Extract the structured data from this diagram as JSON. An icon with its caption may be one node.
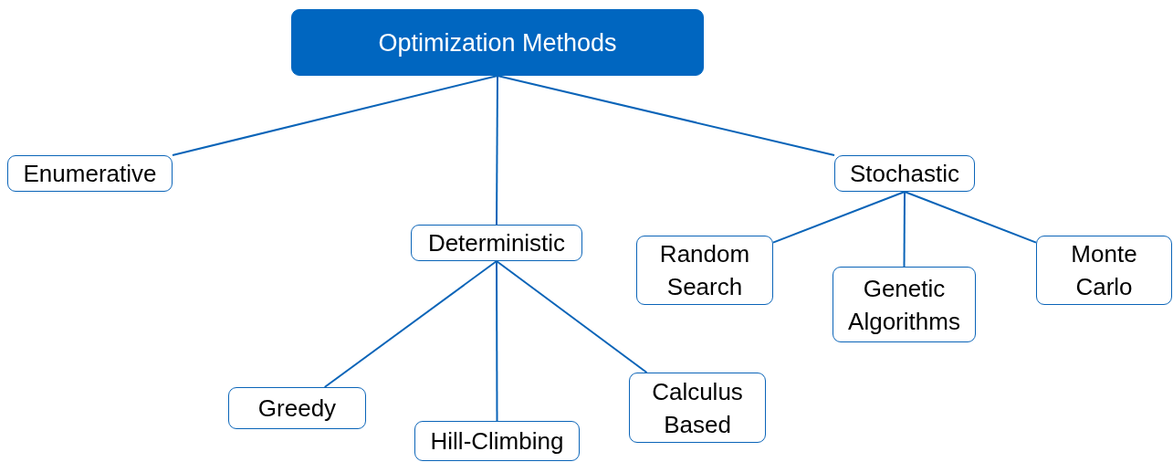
{
  "diagram": {
    "nodes": [
      {
        "text": [
          "Optimization Methods"
        ]
      },
      {
        "text": [
          "Enumerative"
        ]
      },
      {
        "text": [
          "Deterministic"
        ]
      },
      {
        "text": [
          "Stochastic"
        ]
      },
      {
        "text": [
          "Random Search"
        ]
      },
      {
        "text": [
          "Genetic Algorithms"
        ]
      },
      {
        "text": [
          "Monte Carlo"
        ]
      },
      {
        "text": [
          "Greedy"
        ]
      },
      {
        "text": [
          "Hill-Climbing"
        ]
      },
      {
        "text": [
          "Calculus Based"
        ]
      }
    ],
    "edges": [
      {
        "from": 0,
        "to": 1,
        "arrow": "none"
      },
      {
        "from": 0,
        "to": 2,
        "arrow": "none"
      },
      {
        "from": 0,
        "to": 3,
        "arrow": "none"
      },
      {
        "from": 3,
        "to": 4,
        "arrow": "none"
      },
      {
        "from": 3,
        "to": 5,
        "arrow": "none"
      },
      {
        "from": 3,
        "to": 6,
        "arrow": "none"
      },
      {
        "from": 2,
        "to": 7,
        "arrow": "none"
      },
      {
        "from": 2,
        "to": 8,
        "arrow": "none"
      },
      {
        "from": 2,
        "to": 9,
        "arrow": "none"
      }
    ]
  }
}
